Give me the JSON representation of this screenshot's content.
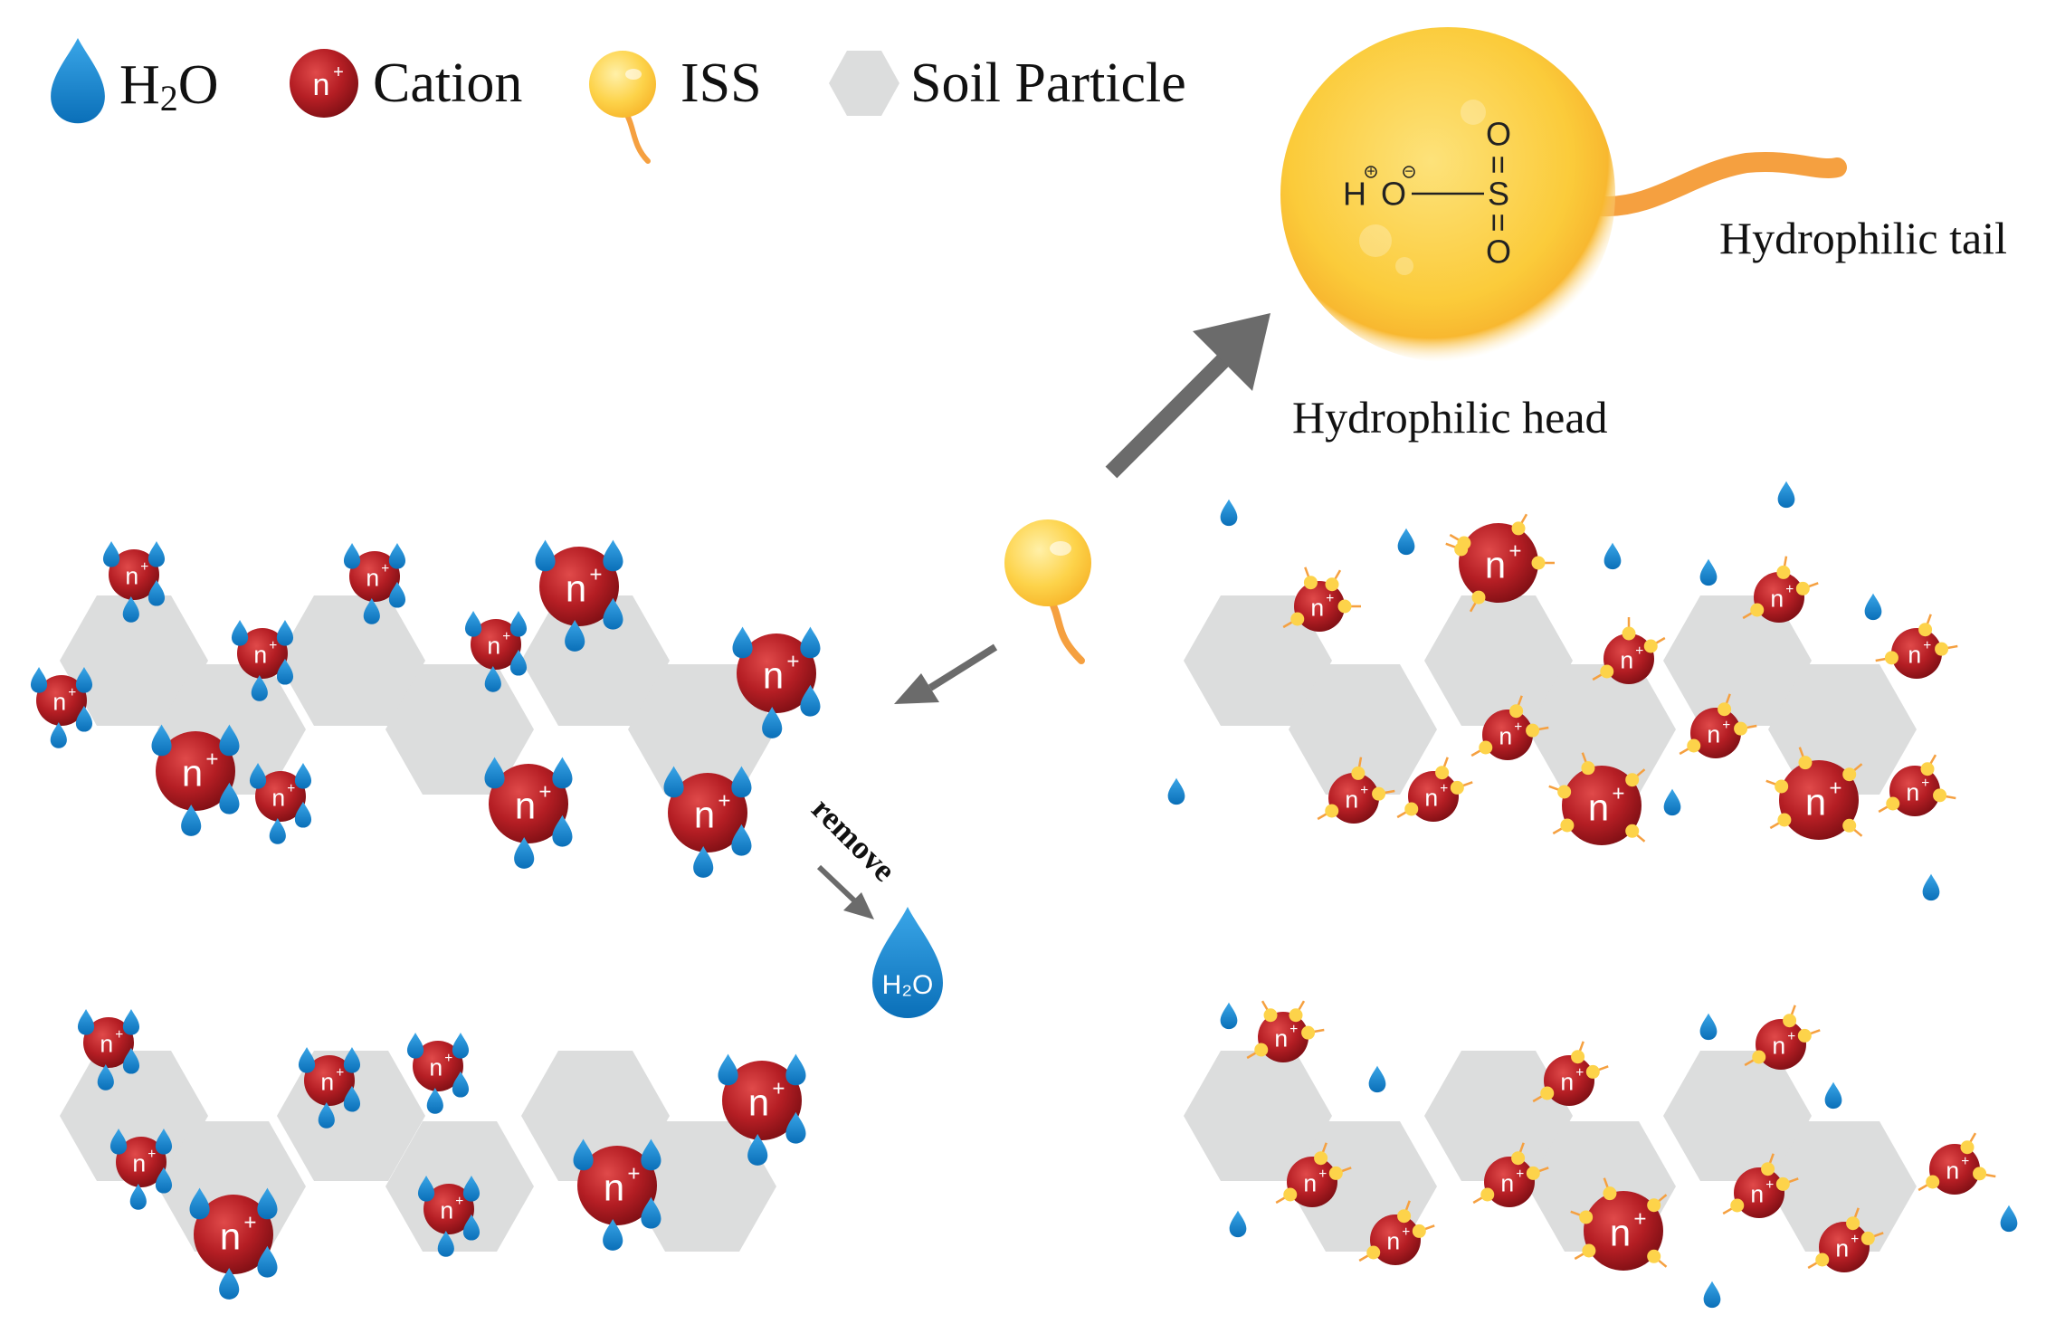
{
  "legend": {
    "water_label": "H",
    "water_sub": "2",
    "water_tail": "O",
    "cation_label": "Cation",
    "iss_label": "ISS",
    "soil_label": "Soil Particle"
  },
  "cation_symbol": "n",
  "cation_sup": "+",
  "molecule": {
    "h": "H",
    "o_single": "O",
    "s": "S",
    "o_top": "O",
    "o_bottom": "O",
    "plus": "+",
    "minus": "−",
    "eq_top": "=",
    "eq_bottom": "="
  },
  "annotations": {
    "tail": "Hydrophilic tail",
    "head": "Hydrophilic head",
    "remove": "remove",
    "removed_water": "H₂O"
  },
  "colors": {
    "water": "#1f8fd6",
    "cation": "#b51e24",
    "iss_head": "#fdd34a",
    "iss_tail": "#f5a040",
    "soil": "#dcdddd",
    "arrow": "#6b6b6b"
  },
  "icons": {
    "water": "water-drop-icon",
    "cation": "cation-sphere-icon",
    "iss": "iss-surfactant-icon",
    "soil": "soil-hexagon-icon"
  }
}
